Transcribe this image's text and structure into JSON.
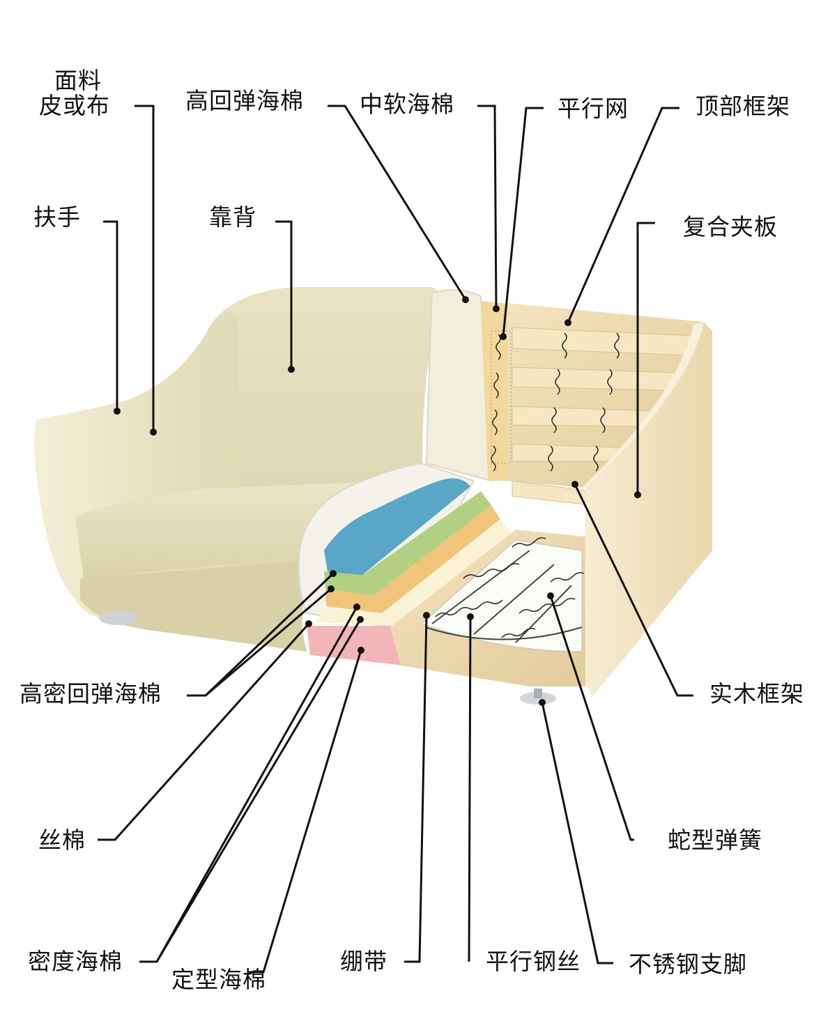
{
  "labels": {
    "fabric_line1": "面料",
    "fabric_line2": "皮或布",
    "armrest": "扶手",
    "backrest": "靠背",
    "hr_foam": "高回弹海棉",
    "mid_soft_foam": "中软海棉",
    "parallel_mesh": "平行网",
    "top_frame": "顶部框架",
    "plywood": "复合夹板",
    "hd_hr_foam": "高密回弹海棉",
    "solid_wood_frame": "实木框架",
    "polyester_fiber": "丝棉",
    "serpentine_spring": "蛇型弹簧",
    "density_foam": "密度海棉",
    "molded_foam": "定型海棉",
    "webbing": "绷带",
    "parallel_wire": "平行钢丝",
    "steel_leg": "不锈钢支脚"
  },
  "colors": {
    "upholstery": "#ece7c8",
    "wood": "#ecd9b0",
    "foam_blue": "#5aa6c7",
    "foam_green": "#b2cf82",
    "foam_orange": "#f0c47a",
    "foam_cream": "#fbf3d6",
    "foam_pink": "#f2b6b8",
    "leader": "#111111"
  }
}
